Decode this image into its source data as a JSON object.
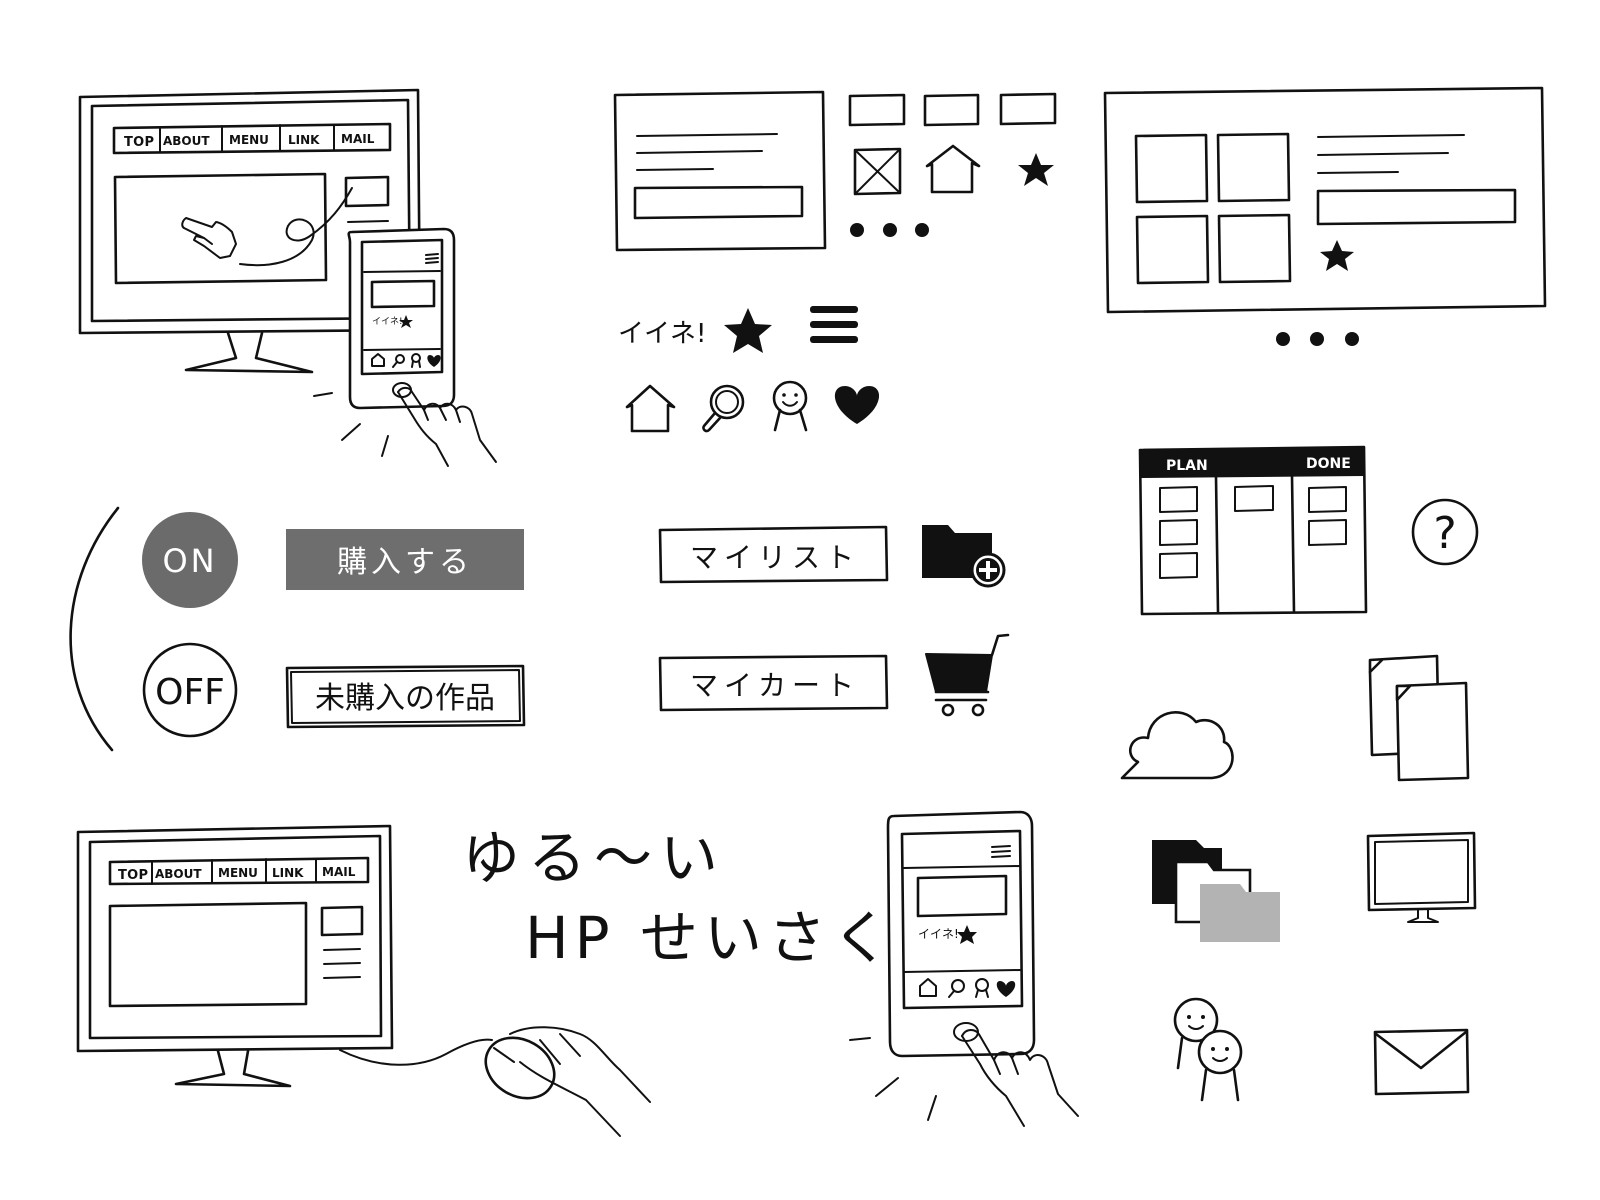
{
  "desktop_top": {
    "nav": [
      "TOP",
      "ABOUT",
      "MENU",
      "LINK",
      "MAIL"
    ]
  },
  "desktop_bottom": {
    "nav": [
      "TOP",
      "ABOUT",
      "MENU",
      "LINK",
      "MAIL"
    ]
  },
  "phone_small": {
    "like_label": "イイネ!"
  },
  "phone_bottom": {
    "like_label": "イイネ!"
  },
  "like_widget": {
    "label": "イイネ!"
  },
  "toggles": {
    "on_label": "ON",
    "off_label": "OFF"
  },
  "buttons": {
    "purchase": "購入する",
    "unpurchased": "未購入の作品",
    "my_list": "マイリスト",
    "my_cart": "マイカート"
  },
  "kanban": {
    "plan_label": "PLAN",
    "done_label": "DONE"
  },
  "help": {
    "symbol": "?"
  },
  "handwriting": {
    "line1": "ゆる〜い",
    "line2": "HP せいさく"
  },
  "colors": {
    "ink": "#111111",
    "on_fill": "#6b6b6b",
    "purchase_fill": "#6e6e6e",
    "folder_gray": "#b3b3b3"
  },
  "icons": [
    "house-icon",
    "search-icon",
    "person-icon",
    "heart-icon",
    "star-icon",
    "hamburger-icon",
    "image-placeholder-icon",
    "folder-add-icon",
    "cart-icon",
    "question-icon",
    "cloud-icon",
    "documents-icon",
    "folders-icon",
    "monitor-icon",
    "people-icon",
    "mail-icon"
  ]
}
